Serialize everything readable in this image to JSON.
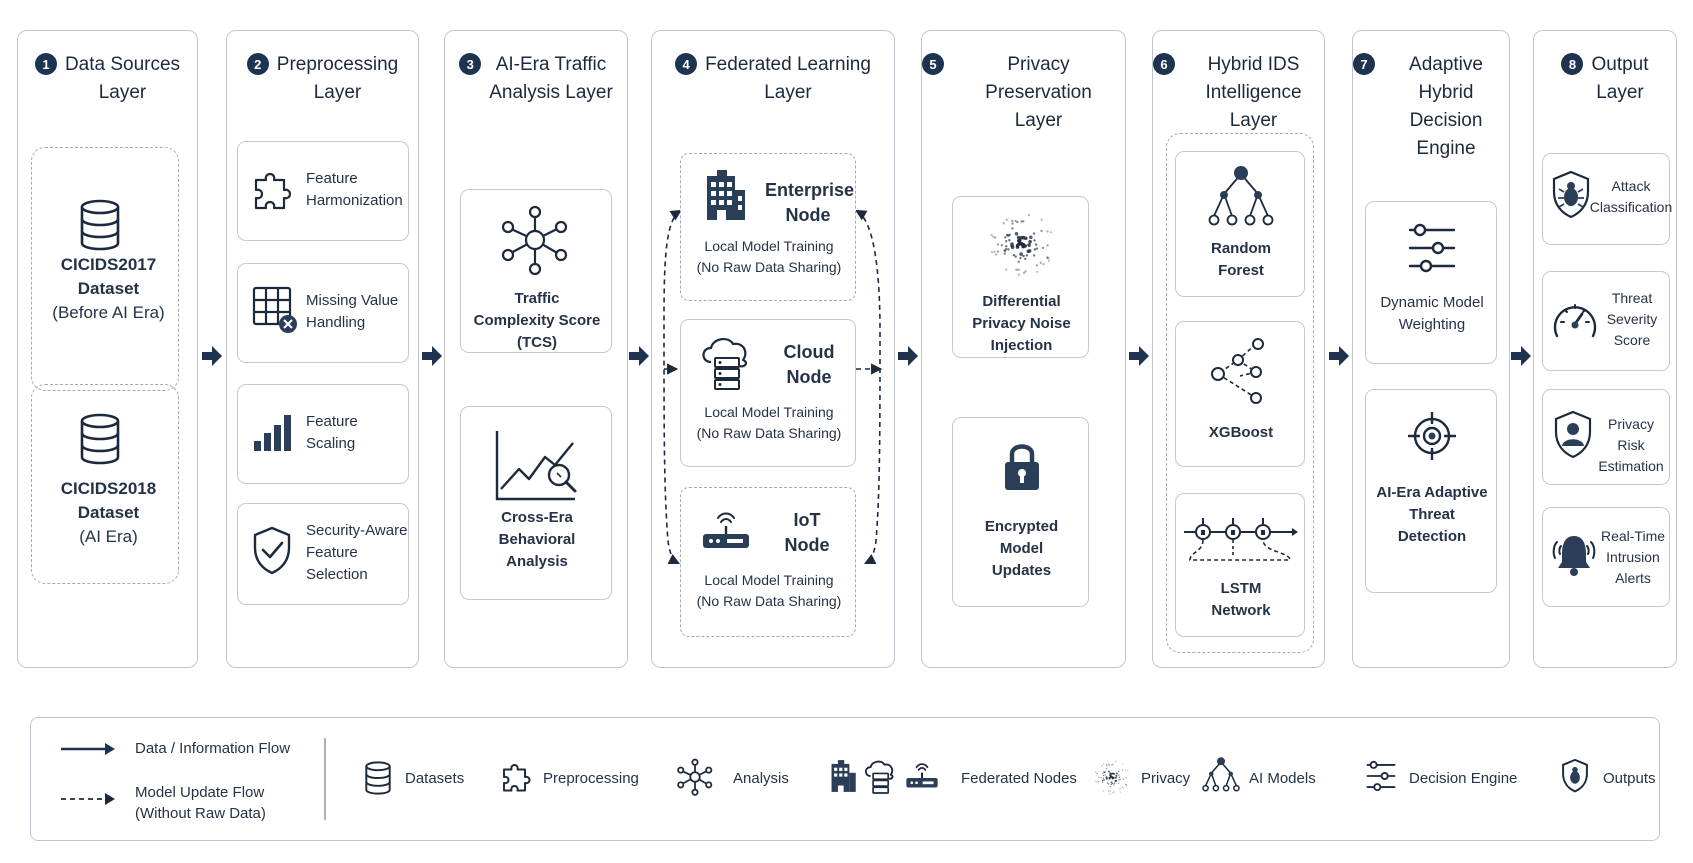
{
  "layers": [
    {
      "num": "1",
      "title_lines": [
        "Data Sources",
        "Layer"
      ]
    },
    {
      "num": "2",
      "title_lines": [
        "Preprocessing",
        "Layer"
      ]
    },
    {
      "num": "3",
      "title_lines": [
        "AI-Era Traffic",
        "Analysis Layer"
      ]
    },
    {
      "num": "4",
      "title_lines": [
        "Federated Learning",
        "Layer"
      ]
    },
    {
      "num": "5",
      "title_lines": [
        "Privacy Preservation",
        "Layer"
      ]
    },
    {
      "num": "6",
      "title_lines": [
        "Hybrid IDS",
        "Intelligence Layer"
      ]
    },
    {
      "num": "7",
      "title_lines": [
        "Adaptive Hybrid",
        "Decision Engine"
      ]
    },
    {
      "num": "8",
      "title_lines": [
        "Output",
        "Layer"
      ]
    }
  ],
  "datasets": [
    {
      "name": "CICIDS2017",
      "sub": "Dataset",
      "era": "(Before AI Era)"
    },
    {
      "name": "CICIDS2018",
      "sub": "Dataset",
      "era": "(AI Era)"
    }
  ],
  "preprocessing": [
    {
      "icon": "puzzle-icon",
      "lines": [
        "Feature",
        "Harmonization"
      ]
    },
    {
      "icon": "grid-x-icon",
      "lines": [
        "Missing Value",
        "Handling"
      ]
    },
    {
      "icon": "bar-chart-icon",
      "lines": [
        "Feature",
        "Scaling"
      ]
    },
    {
      "icon": "shield-check-icon",
      "lines": [
        "Security-Aware",
        "Feature",
        "Selection"
      ]
    }
  ],
  "analysis": [
    {
      "icon": "network-hub-icon",
      "lines": [
        "Traffic",
        "Complexity Score",
        "(TCS)"
      ]
    },
    {
      "icon": "trend-search-icon",
      "lines": [
        "Cross-Era",
        "Behavioral",
        "Analysis"
      ]
    }
  ],
  "federated": [
    {
      "icon": "building-icon",
      "title_lines": [
        "Enterprise",
        "Node"
      ],
      "desc_lines": [
        "Local Model Training",
        "(No Raw Data Sharing)"
      ]
    },
    {
      "icon": "cloud-server-icon",
      "title_lines": [
        "Cloud",
        "Node"
      ],
      "desc_lines": [
        "Local Model Training",
        "(No Raw Data Sharing)"
      ]
    },
    {
      "icon": "router-icon",
      "title_lines": [
        "IoT",
        "Node"
      ],
      "desc_lines": [
        "Local Model Training",
        "(No Raw Data Sharing)"
      ]
    }
  ],
  "privacy": [
    {
      "icon": "noise-dots-icon",
      "lines": [
        "Differential",
        "Privacy Noise",
        "Injection"
      ]
    },
    {
      "icon": "padlock-icon",
      "lines": [
        "Encrypted",
        "Model",
        "Updates"
      ]
    }
  ],
  "models": [
    {
      "icon": "tree-icon",
      "lines": [
        "Random",
        "Forest"
      ]
    },
    {
      "icon": "boost-graph-icon",
      "lines": [
        "XGBoost"
      ]
    },
    {
      "icon": "lstm-chain-icon",
      "lines": [
        "LSTM",
        "Network"
      ]
    }
  ],
  "decision": [
    {
      "icon": "sliders-icon",
      "lines": [
        "Dynamic Model",
        "Weighting"
      ]
    },
    {
      "icon": "target-icon",
      "lines": [
        "AI-Era Adaptive",
        "Threat",
        "Detection"
      ]
    }
  ],
  "outputs": [
    {
      "icon": "bug-shield-icon",
      "lines": [
        "Attack",
        "Classification"
      ]
    },
    {
      "icon": "gauge-icon",
      "lines": [
        "Threat",
        "Severity",
        "Score"
      ]
    },
    {
      "icon": "user-shield-icon",
      "lines": [
        "Privacy Risk",
        "Estimation"
      ]
    },
    {
      "icon": "alarm-bell-icon",
      "lines": [
        "Real-Time",
        "Intrusion",
        "Alerts"
      ]
    }
  ],
  "legend": {
    "solid_lines": [
      "Data / Information Flow"
    ],
    "dashed_lines": [
      "Model Update Flow",
      "(Without Raw Data)"
    ],
    "items": [
      "Datasets",
      "Preprocessing",
      "Analysis",
      "Federated Nodes",
      "Privacy",
      "AI Models",
      "Decision Engine",
      "Outputs"
    ]
  },
  "colors": {
    "navy": "#1e3350",
    "border": "#c2c6cc",
    "dash": "#a5aab0"
  }
}
